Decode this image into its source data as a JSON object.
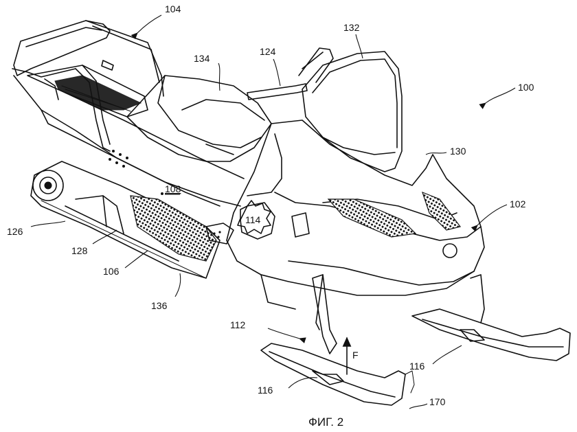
{
  "figure": {
    "caption": "ФИГ. 2",
    "reference_numerals": {
      "snowmobile": "100",
      "front_end": "102",
      "rear_end": "104",
      "track": "106",
      "tunnel": "108",
      "ski_assembly": "112",
      "feature_114": "114",
      "ski_left": "116",
      "ski_right": "116",
      "handlebar": "124",
      "track_edge": "126",
      "suspension": "128",
      "fairing": "130",
      "windshield": "132",
      "seat": "134",
      "footrest": "136",
      "ski_tip": "170"
    },
    "force_label": "F"
  }
}
